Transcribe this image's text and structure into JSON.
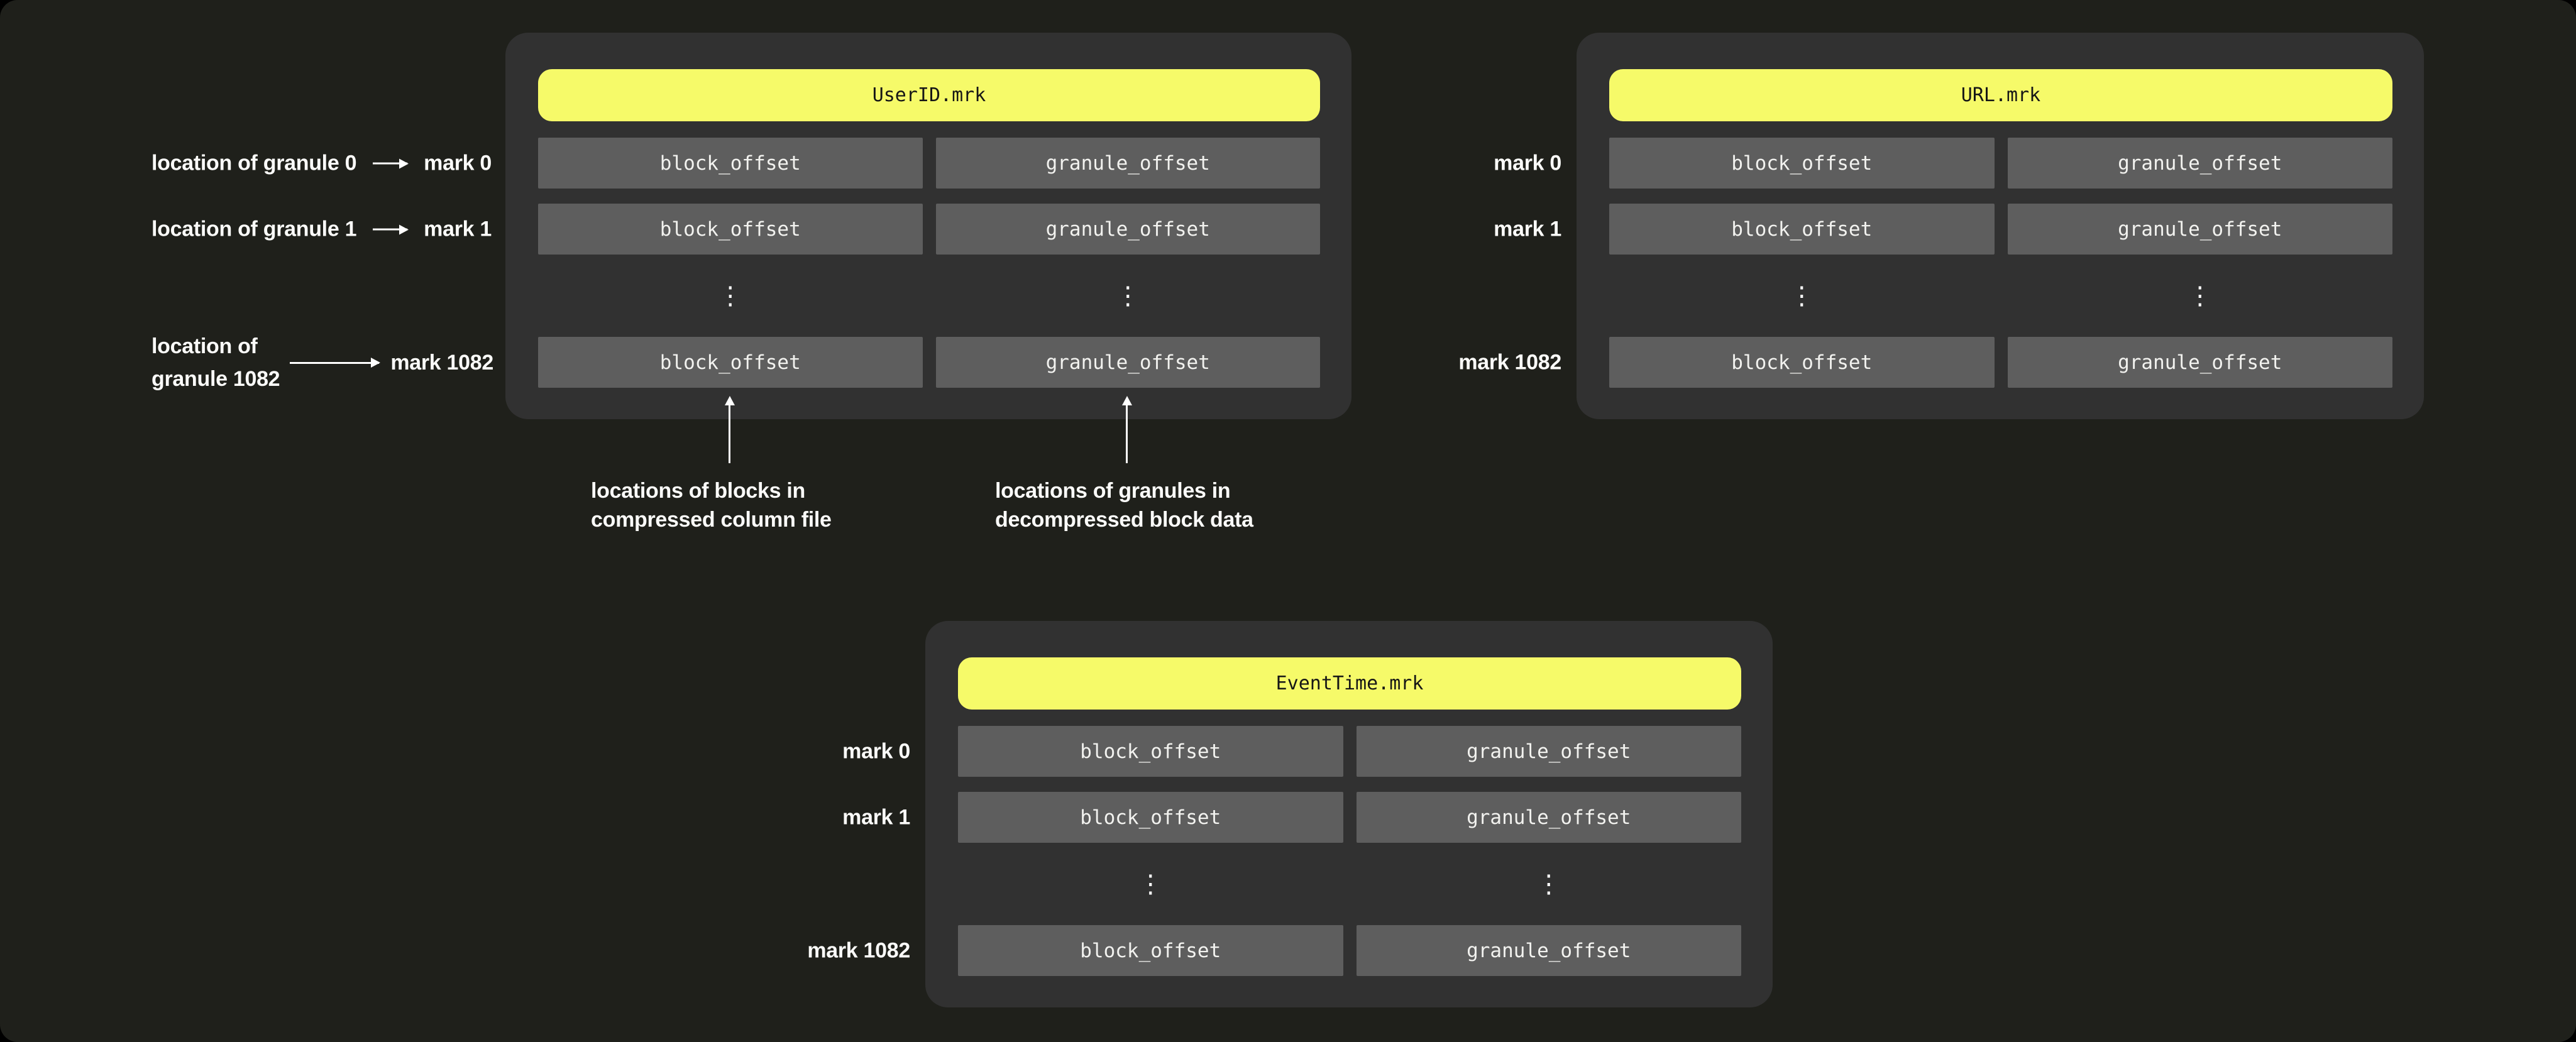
{
  "colors": {
    "background": "#1f201b",
    "panel": "#313131",
    "cell": "#5e5e5e",
    "accent_yellow": "#f6fa69",
    "cell_text": "#f2f2ef",
    "label_text": "#fbfbf9",
    "header_text": "#161616"
  },
  "panels": {
    "userid": {
      "title": "UserID.mrk",
      "rows": [
        [
          "block_offset",
          "granule_offset"
        ],
        [
          "block_offset",
          "granule_offset"
        ],
        [
          "block_offset",
          "granule_offset"
        ]
      ],
      "ellipsis": "⋮",
      "marks": [
        "mark 0",
        "mark 1",
        "mark 1082"
      ]
    },
    "url": {
      "title": "URL.mrk",
      "rows": [
        [
          "block_offset",
          "granule_offset"
        ],
        [
          "block_offset",
          "granule_offset"
        ],
        [
          "block_offset",
          "granule_offset"
        ]
      ],
      "ellipsis": "⋮",
      "marks": [
        "mark 0",
        "mark 1",
        "mark 1082"
      ]
    },
    "eventtime": {
      "title": "EventTime.mrk",
      "rows": [
        [
          "block_offset",
          "granule_offset"
        ],
        [
          "block_offset",
          "granule_offset"
        ],
        [
          "block_offset",
          "granule_offset"
        ]
      ],
      "ellipsis": "⋮",
      "marks": [
        "mark 0",
        "mark 1",
        "mark 1082"
      ]
    }
  },
  "annotations": {
    "left_rows": [
      {
        "label": "location of granule 0",
        "mark": "mark 0"
      },
      {
        "label": "location of granule 1",
        "mark": "mark 1"
      },
      {
        "label_line1": "location of",
        "label_line2": "granule 1082",
        "mark": "mark 1082"
      }
    ],
    "bottom_notes": [
      {
        "line1": "locations of blocks in",
        "line2": "compressed column file"
      },
      {
        "line1": "locations of granules in",
        "line2": "decompressed block data"
      }
    ]
  }
}
